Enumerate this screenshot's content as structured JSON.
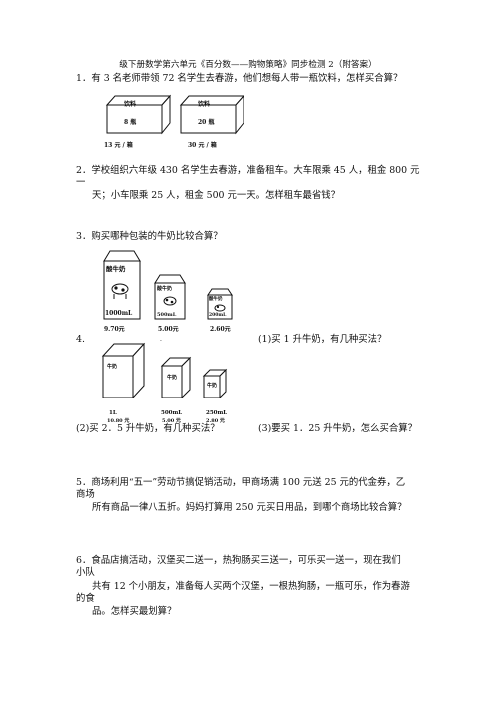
{
  "header": {
    "title": "级下册数学第六单元《百分数——购物策略》同步检测 2（附答案）"
  },
  "q1": {
    "text": "1．有 3 名老师带领 72 名学生去春游，他们想每人带一瓶饮料，怎样买合算？",
    "box_a": {
      "top_label": "饮料",
      "count": "8 瓶",
      "price": "13 元 / 箱"
    },
    "box_b": {
      "top_label": "饮料",
      "count": "20 瓶",
      "price": "30 元 / 箱"
    }
  },
  "q2": {
    "line1": "2．学校组织六年级 430 名学生去春游，准备租车。大车限乘 45 人，租金 800 元",
    "line1b": "一",
    "line2": "天；小车限乘 25 人，租金 500 元一天。怎样租车最省钱？"
  },
  "q3": {
    "text": "3．购买哪种包装的牛奶比较合算？",
    "cartons": [
      {
        "name": "酸牛奶",
        "volume": "1000mL",
        "price": "9.70元"
      },
      {
        "name": "酸牛奶",
        "volume": "500mL",
        "price": "5.00元"
      },
      {
        "name": "酸牛奶",
        "volume": "200mL",
        "price": "2.60元"
      }
    ]
  },
  "q4": {
    "number": "4.",
    "dot": ".",
    "sub1": "(1)买 1 升牛奶，有几种买法？",
    "sub2": "(2)买 2．5 升牛奶，有几种买法？",
    "sub3": "(3)要买 1．25 升牛奶，怎么买合算？",
    "boxes": [
      {
        "name": "牛奶",
        "volume": "1L",
        "price": "10.80 元"
      },
      {
        "name": "牛奶",
        "volume": "500mL",
        "price": "5.00 元"
      },
      {
        "name": "牛奶",
        "volume": "250mL",
        "price": "2.80 元"
      }
    ]
  },
  "q5": {
    "line1": "5．商场利用“五一”劳动节搞促销活动，甲商场满 100 元送 25 元的代金券，乙",
    "line1b": "商场",
    "line2": "所有商品一律八五折。妈妈打算用 250 元买日用品，到哪个商场比较合算？"
  },
  "q6": {
    "line1": "6．食品店搞活动，汉堡买二送一，热狗肠买三送一，可乐买一送一，现在我们",
    "line1b": "小队",
    "line2": "共有 12 个小朋友，准备每人买两个汉堡，一根热狗肠，一瓶可乐，作为春游",
    "line2b": "的食",
    "line3": "品。怎样买最划算？"
  }
}
